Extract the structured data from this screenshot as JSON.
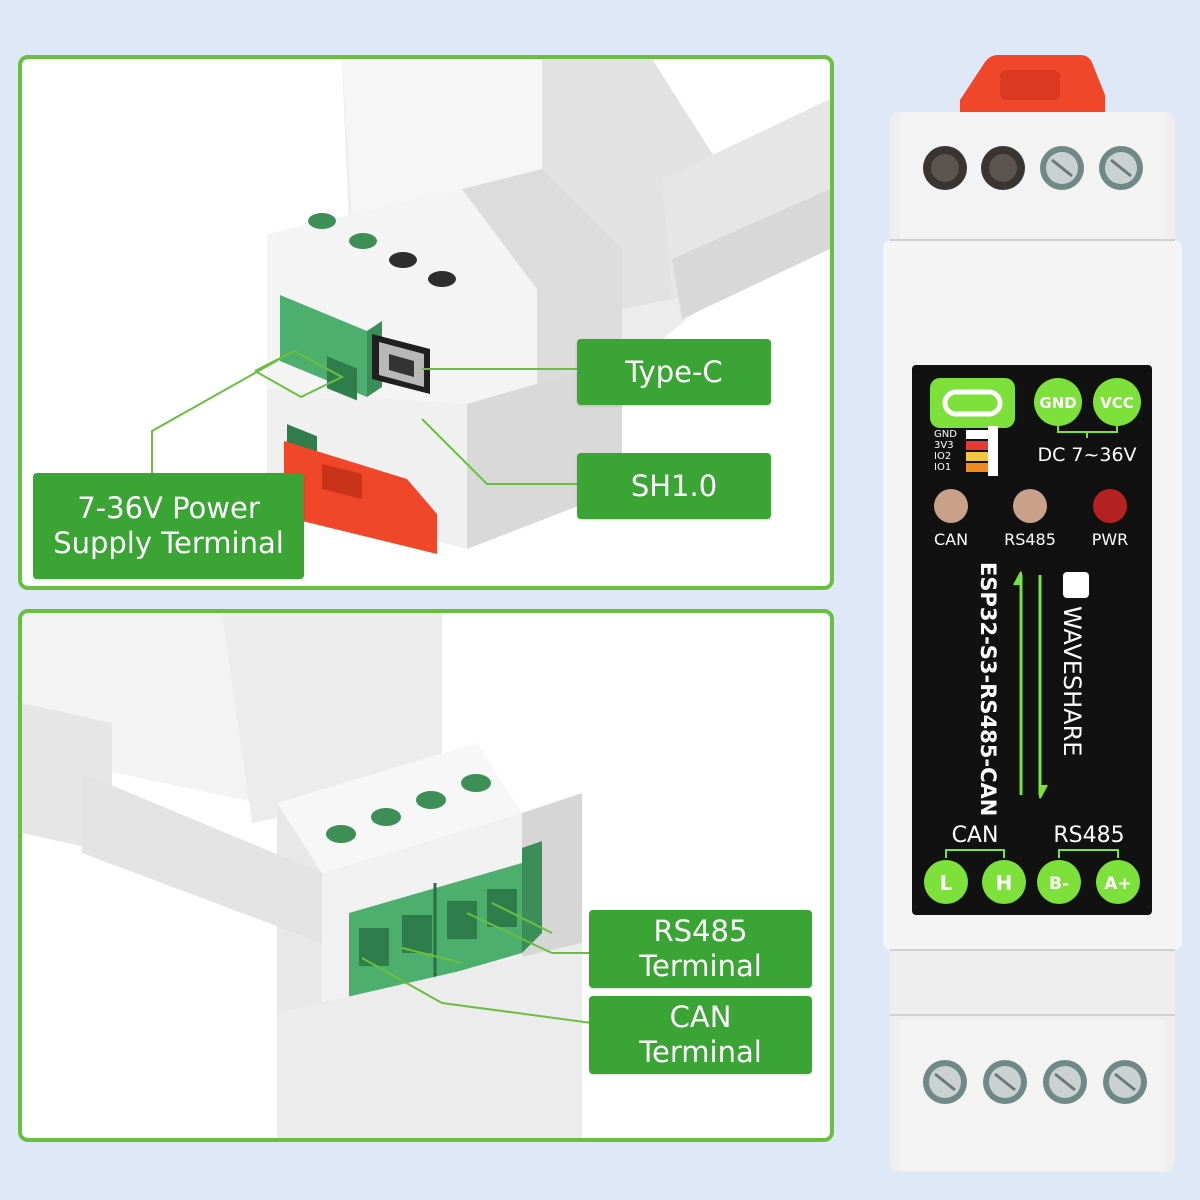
{
  "callouts": {
    "type_c": "Type-C",
    "sh": "SH1.0",
    "power_line1": "7-36V Power",
    "power_line2": "Supply Terminal",
    "rs485_line1": "RS485",
    "rs485_line2": "Terminal",
    "can_line1": "CAN",
    "can_line2": "Terminal"
  },
  "device": {
    "gnd": "GND",
    "vcc": "VCC",
    "dc_range": "DC 7~36V",
    "pin_gnd": "GND",
    "pin_3v3": "3V3",
    "pin_io2": "IO2",
    "pin_io1": "IO1",
    "led_can": "CAN",
    "led_rs485": "RS485",
    "led_pwr": "PWR",
    "model": "ESP32-S3-RS485-CAN",
    "brand": "WAVESHARE",
    "bottom_can": "CAN",
    "bottom_rs485": "RS485",
    "term_l": "L",
    "term_h": "H",
    "term_b": "B-",
    "term_a": "A+"
  },
  "colors": {
    "accent_green": "#3aa535",
    "frame_green": "#6abf3f",
    "latch_red": "#f0472a",
    "terminal_green": "#4caf6e",
    "lime": "#7ee03a"
  }
}
